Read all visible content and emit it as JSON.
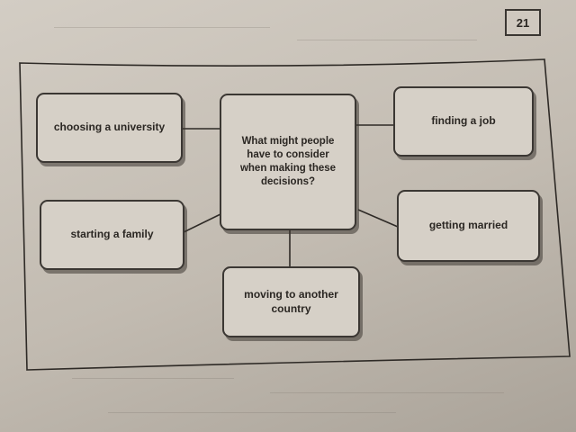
{
  "page": {
    "number": "21"
  },
  "diagram": {
    "center": "What might people have to consider when making these decisions?",
    "nodes": {
      "choosing_university": "choosing a university",
      "finding_job": "finding a job",
      "starting_family": "starting a family",
      "getting_married": "getting married",
      "moving_country": "moving to another country"
    }
  }
}
